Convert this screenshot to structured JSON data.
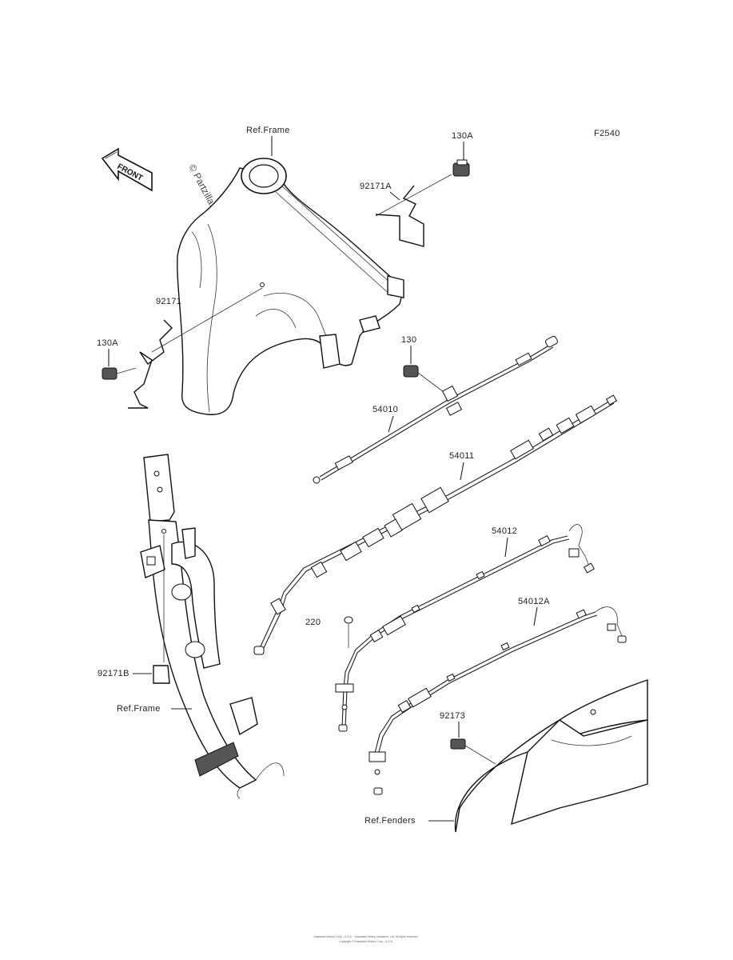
{
  "diagram": {
    "figure_code": "F2540",
    "front_label": "FRONT",
    "watermark": "© Partzilla.com",
    "labels": {
      "ref_frame_top": "Ref.Frame",
      "bolt_130A_top": "130A",
      "clamp_92171A": "92171A",
      "clamp_92171": "92171",
      "bolt_130A_left": "130A",
      "bolt_130": "130",
      "cable_54010": "54010",
      "cable_54011": "54011",
      "cable_54012": "54012",
      "cable_54012A": "54012A",
      "part_220": "220",
      "clamp_92171B": "92171B",
      "ref_frame_bottom": "Ref.Frame",
      "part_92173": "92173",
      "ref_fenders": "Ref.Fenders"
    },
    "footer_line1": "Kawasaki Motors Corp., U.S.A. · Kawasaki Heavy Industries, Ltd. All rights reserved.",
    "footer_line2": "Copyright © Kawasaki Motors Corp., U.S.A."
  }
}
